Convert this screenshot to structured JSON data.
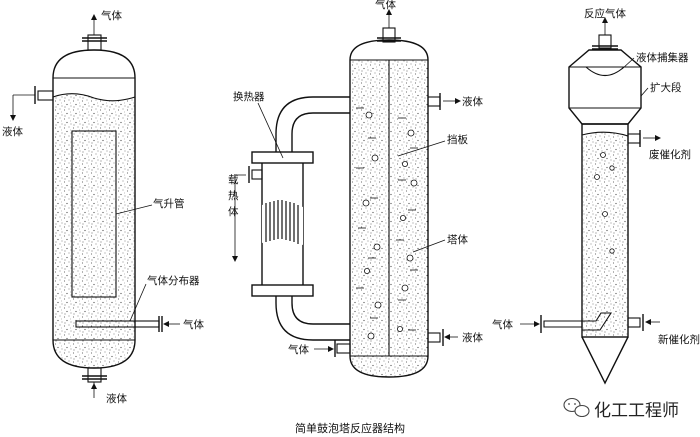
{
  "caption": "简单鼓泡塔反应器结构",
  "watermark": "化工工程师",
  "left_reactor": {
    "gas_out": "气体",
    "liquid_out": "液体",
    "riser": "气升管",
    "distributor": "气体分布器",
    "gas_in": "气体",
    "liquid_in": "液体"
  },
  "middle_reactor": {
    "gas_out": "气体",
    "exchanger": "换热器",
    "liquid_out": "液体",
    "baffle": "挡板",
    "heat_carrier": [
      "载",
      "热",
      "体"
    ],
    "tower": "塔体",
    "gas_in": "气体",
    "liquid_in": "液体"
  },
  "right_reactor": {
    "gas_out": "反应气体",
    "catcher": "液体捕集器",
    "expansion": "扩大段",
    "spent_catalyst": "废催化剂",
    "gas_in": "气体",
    "fresh_catalyst": "新催化剂"
  }
}
